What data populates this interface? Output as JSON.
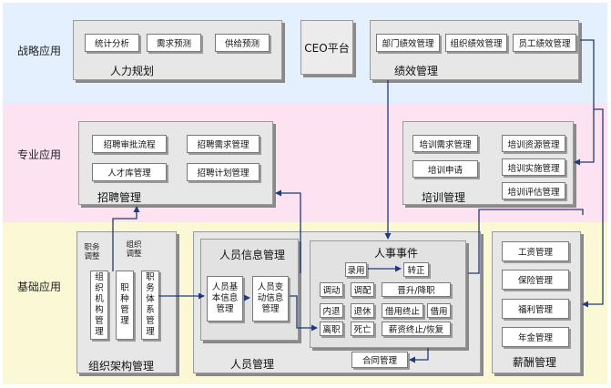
{
  "bands": {
    "strategy": "战略应用",
    "professional": "专业应用",
    "basic": "基础应用"
  },
  "hr_planning": {
    "title": "人力规划",
    "items": [
      "统计分析",
      "需求预测",
      "供给预测"
    ]
  },
  "ceo_platform": "CEO平台",
  "performance": {
    "title": "绩效管理",
    "items": [
      "部门绩效管理",
      "组织绩效管理",
      "员工绩效管理"
    ]
  },
  "recruitment": {
    "title": "招聘管理",
    "items": [
      "招聘审批流程",
      "招聘需求管理",
      "人才库管理",
      "招聘计划管理"
    ]
  },
  "training": {
    "title": "培训管理",
    "items": [
      "培训需求管理",
      "培训资源管理",
      "培训申请",
      "培训实施管理",
      "培训评估管理"
    ]
  },
  "org_structure": {
    "title": "组织架构管理",
    "items": [
      "组织机构管理",
      "职种管理",
      "职务体系管理"
    ],
    "labels": [
      "职务调整",
      "组织调整"
    ]
  },
  "personnel": {
    "title": "人员管理",
    "info_title": "人员信息管理",
    "info_items": [
      "人员基本信息管理",
      "人员变动信息管理"
    ],
    "events_title": "人事事件",
    "events": [
      "录用",
      "转正",
      "调动",
      "调配",
      "晋升/降职",
      "内退",
      "退休",
      "借用终止",
      "借用",
      "离职",
      "死亡",
      "薪资终止/恢复"
    ],
    "contract": "合同管理"
  },
  "compensation": {
    "title": "薪酬管理",
    "items": [
      "工资管理",
      "保险管理",
      "福利管理",
      "年金管理"
    ]
  },
  "colors": {
    "arrow": "#1f3a7a",
    "panel": "#e7e7e7",
    "strategy_band": "#e5f0ff",
    "pro_band": "#fde3f2",
    "base_band": "#fbf8d6"
  }
}
